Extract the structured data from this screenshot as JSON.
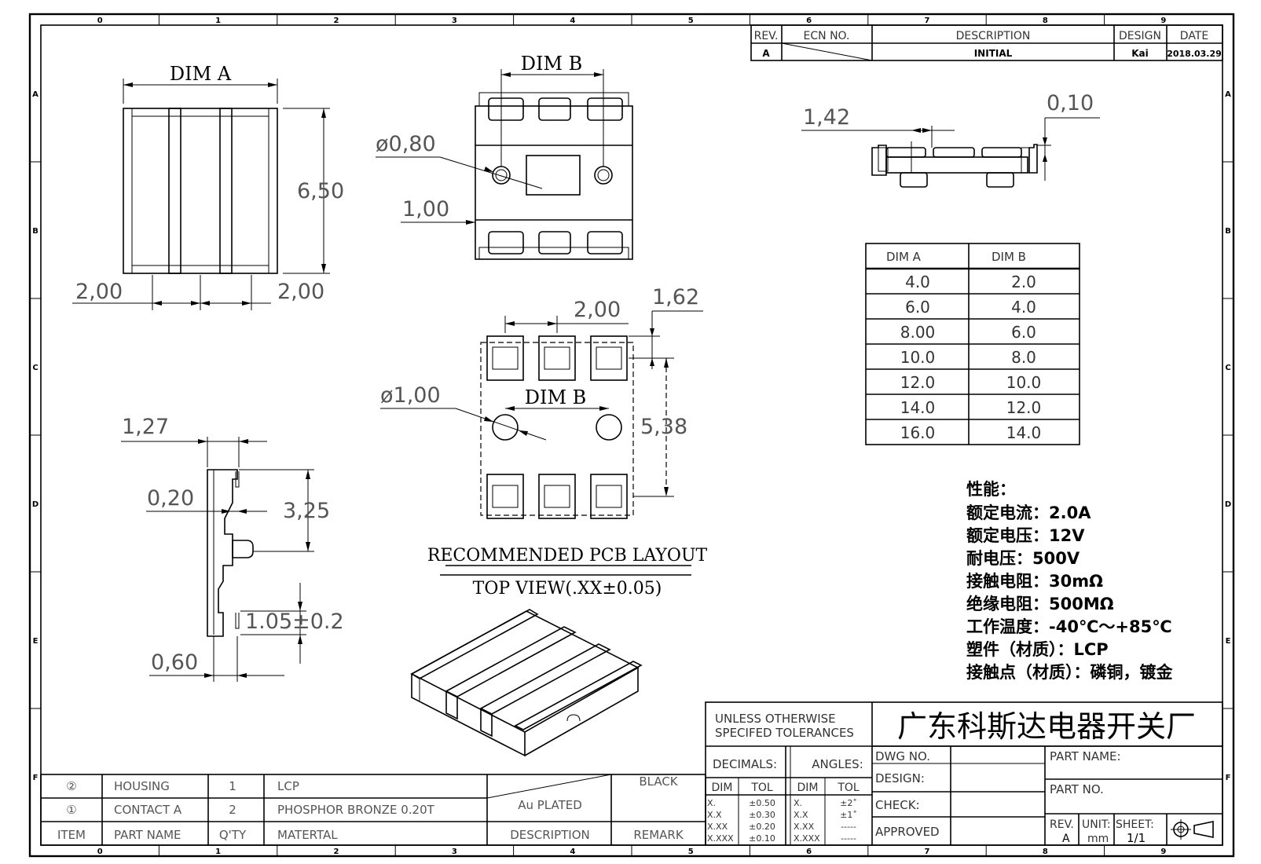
{
  "grid": {
    "columns": [
      "0",
      "1",
      "2",
      "3",
      "4",
      "5",
      "6",
      "7",
      "8",
      "9"
    ],
    "rows": [
      "A",
      "B",
      "C",
      "D",
      "E",
      "F"
    ]
  },
  "revision": {
    "headers": {
      "rev": "REV.",
      "ecn": "ECN NO.",
      "desc": "DESCRIPTION",
      "design": "DESIGN",
      "date": "DATE"
    },
    "row": {
      "rev": "A",
      "desc": "INITIAL",
      "design": "Kai",
      "date": "2018.03.29"
    }
  },
  "dims": {
    "dim_a": "DIM A",
    "dim_b": "DIM B",
    "h650": "6,50",
    "w200_left": "2,00",
    "w200_right": "2,00",
    "phi080": "ø0,80",
    "d100": "1,00",
    "d142": "1,42",
    "d010": "0,10",
    "d127": "1,27",
    "d020": "0,20",
    "d325": "3,25",
    "d105": "1.05±0.2",
    "d060": "0,60",
    "pcb200": "2,00",
    "pcb162": "1,62",
    "pcb538": "5,38",
    "pcb_phi100": "ø1,00",
    "pcb_dimb": "DIM B"
  },
  "pcb_caption": {
    "line1": "RECOMMENDED PCB LAYOUT",
    "line2": "TOP VIEW(.XX±0.05)"
  },
  "dim_table": {
    "headers": [
      "DIM A",
      "DIM B"
    ],
    "rows": [
      [
        "4.0",
        "2.0"
      ],
      [
        "6.0",
        "4.0"
      ],
      [
        "8.00",
        "6.0"
      ],
      [
        "10.0",
        "8.0"
      ],
      [
        "12.0",
        "10.0"
      ],
      [
        "14.0",
        "12.0"
      ],
      [
        "16.0",
        "14.0"
      ]
    ]
  },
  "specs": {
    "title": "性能：",
    "lines": [
      "额定电流：2.0A",
      "额定电压：12V",
      "耐电压：500V",
      "接触电阻：30mΩ",
      "绝缘电阻：500MΩ",
      "工作温度：-40℃～+85℃",
      "塑件（材质）：LCP",
      "接触点（材质）：磷铜，镀金"
    ]
  },
  "bom": {
    "rows": [
      {
        "item": "②",
        "name": "HOUSING",
        "qty": "1",
        "material": "LCP",
        "desc": "",
        "remark": "BLACK"
      },
      {
        "item": "①",
        "name": "CONTACT A",
        "qty": "2",
        "material": "PHOSPHOR BRONZE 0.20T",
        "desc": "Au PLATED",
        "remark": ""
      }
    ],
    "header": {
      "item": "ITEM",
      "name": "PART NAME",
      "qty": "Q'TY",
      "material": "MATERTAL",
      "desc": "DESCRIPTION",
      "remark": "REMARK"
    }
  },
  "title_block": {
    "tolerance_note_1": "UNLESS OTHERWISE",
    "tolerance_note_2": "SPECIFED TOLERANCES",
    "company": "广东科斯达电器开关厂",
    "decimals": "DECIMALS:",
    "angles": "ANGLES:",
    "dim": "DIM",
    "tol": "TOL",
    "dec_rows": [
      [
        "X.",
        "±0.50"
      ],
      [
        "X.X",
        "±0.30"
      ],
      [
        "X.XX",
        "±0.20"
      ],
      [
        "X.XXX",
        "±0.10"
      ]
    ],
    "ang_rows": [
      [
        "X.",
        "±2˚"
      ],
      [
        "X.X",
        "±1˚"
      ],
      [
        "X.XX",
        "-----"
      ],
      [
        "X.XXX",
        "-----"
      ]
    ],
    "dwg_no": "DWG NO.",
    "design": "DESIGN:",
    "check": "CHECK:",
    "approved": "APPROVED",
    "part_name": "PART NAME:",
    "part_no": "PART NO.",
    "rev_label": "REV.",
    "rev_value": "A",
    "unit_label": "UNIT:",
    "unit_value": "mm",
    "sheet_label": "SHEET:",
    "sheet_value": "1/1"
  },
  "icons": [
    "projection-symbol-icon"
  ]
}
